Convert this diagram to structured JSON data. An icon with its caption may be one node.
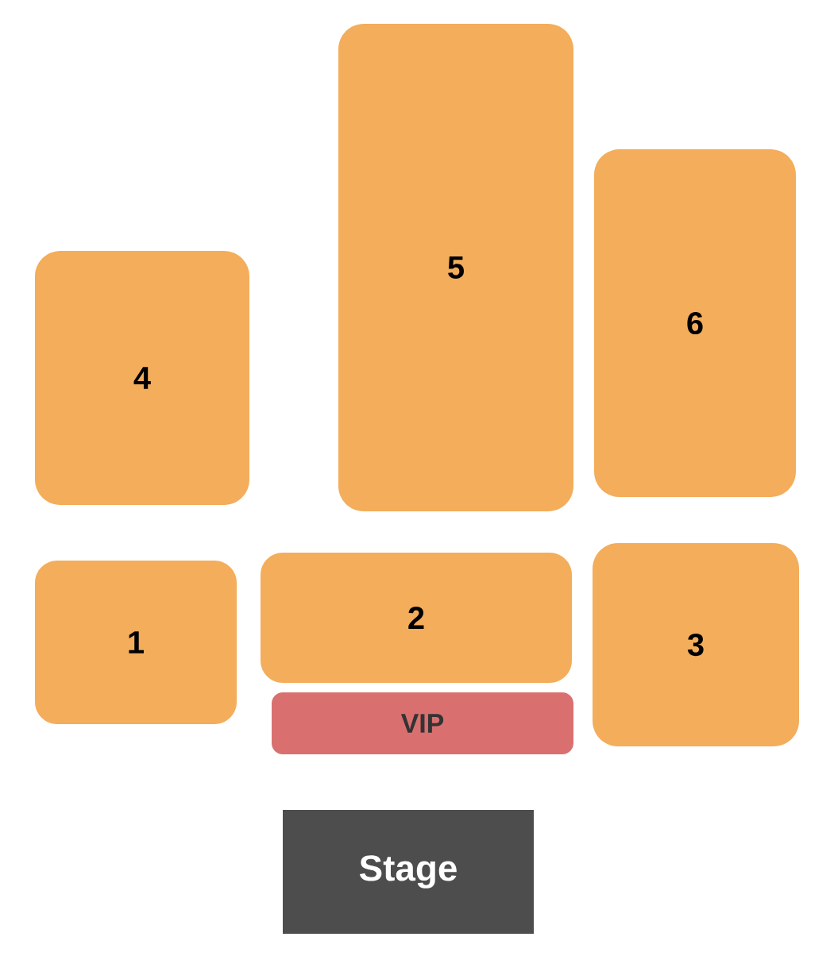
{
  "diagram": {
    "nodes": [
      {
        "text": [
          "5"
        ]
      },
      {
        "text": [
          "6"
        ]
      },
      {
        "text": [
          "4"
        ]
      },
      {
        "text": [
          "1"
        ]
      },
      {
        "text": [
          "2"
        ]
      },
      {
        "text": [
          "3"
        ]
      },
      {
        "text": [
          "VIP"
        ]
      },
      {
        "text": [
          "Stage"
        ]
      }
    ]
  }
}
